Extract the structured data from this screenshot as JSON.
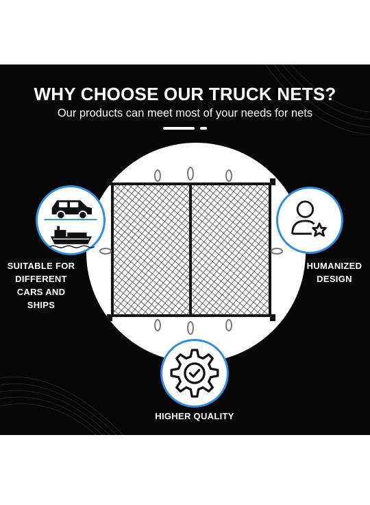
{
  "heading": {
    "title": "WHY CHOOSE OUR TRUCK NETS?",
    "subtitle": "Our products can meet most of your needs for nets"
  },
  "features": {
    "left": {
      "label_lines": [
        "SUITABLE FOR",
        "DIFFERENT",
        "CARS AND",
        "SHIPS"
      ],
      "icons": [
        "car-icon",
        "ship-icon"
      ]
    },
    "right": {
      "label_lines": [
        "HUMANIZED",
        "DESIGN"
      ],
      "icon": "user-star-icon"
    },
    "bottom": {
      "label": "HIGHER QUALITY",
      "icon": "gear-check-icon"
    }
  },
  "colors": {
    "background": "#060606",
    "accent": "#2d8ee0",
    "text": "#ffffff"
  }
}
